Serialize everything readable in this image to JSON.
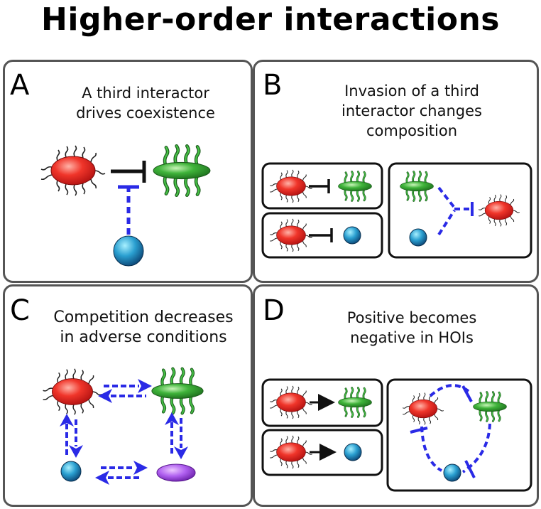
{
  "title": "Higher-order interactions",
  "colors": {
    "panel_border": "#555555",
    "inhibition": "#111111",
    "hoi_link": "#2a2ae6",
    "red_microbe": "#e8231c",
    "green_microbe": "#2b9a2b",
    "blue_microbe": "#1a7fb5",
    "purple_microbe": "#a64de6"
  },
  "panels": [
    {
      "letter": "A",
      "caption": [
        "A third interactor",
        "drives coexistence"
      ]
    },
    {
      "letter": "B",
      "caption": [
        "Invasion of a third",
        "interactor changes",
        "composition"
      ]
    },
    {
      "letter": "C",
      "caption": [
        "Competition decreases",
        "in adverse conditions"
      ]
    },
    {
      "letter": "D",
      "caption": [
        "Positive becomes",
        "negative in HOIs"
      ]
    }
  ]
}
